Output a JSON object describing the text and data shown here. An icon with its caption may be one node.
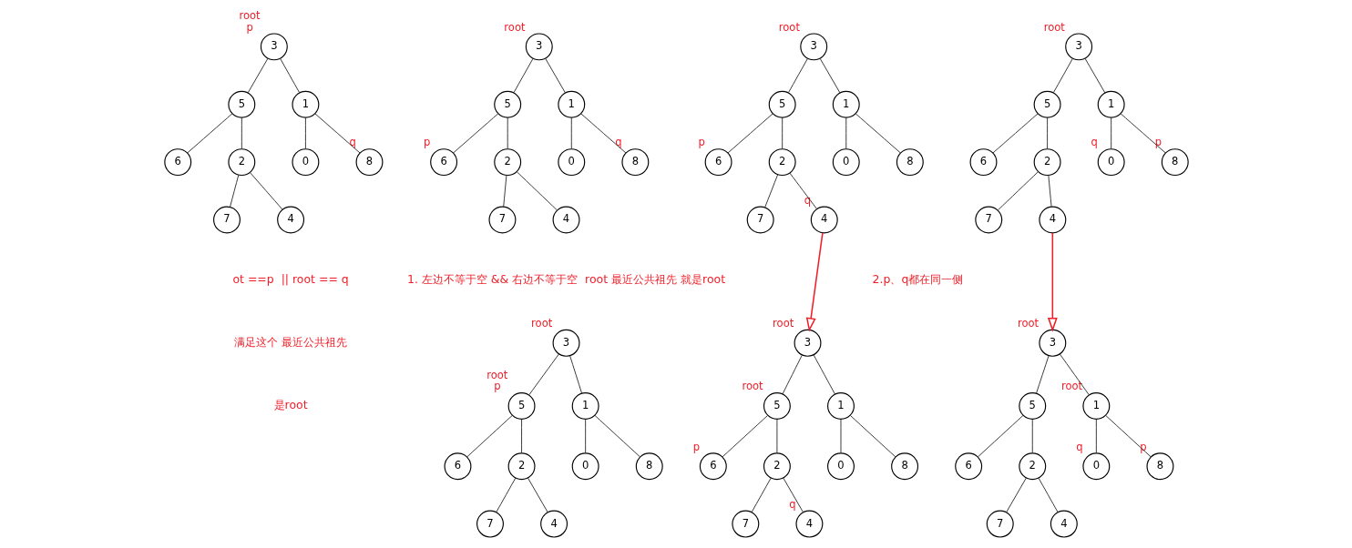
{
  "diagram": {
    "nodes": [
      {
        "text": [
          "3"
        ],
        "beside": [
          "root",
          "p"
        ]
      },
      {
        "text": [
          "5"
        ]
      },
      {
        "text": [
          "1"
        ]
      },
      {
        "text": [
          "6"
        ]
      },
      {
        "text": [
          "2"
        ]
      },
      {
        "text": [
          "0"
        ]
      },
      {
        "text": [
          "8"
        ],
        "beside": [
          "q"
        ]
      },
      {
        "text": [
          "7"
        ]
      },
      {
        "text": [
          "4"
        ]
      },
      {
        "text": [
          "3"
        ],
        "beside": [
          "root"
        ]
      },
      {
        "text": [
          "5"
        ]
      },
      {
        "text": [
          "1"
        ]
      },
      {
        "text": [
          "6"
        ],
        "beside": [
          "p"
        ]
      },
      {
        "text": [
          "2"
        ]
      },
      {
        "text": [
          "0"
        ]
      },
      {
        "text": [
          "8"
        ],
        "beside": [
          "q"
        ]
      },
      {
        "text": [
          "7"
        ]
      },
      {
        "text": [
          "4"
        ]
      },
      {
        "text": [
          "3"
        ],
        "beside": [
          "root"
        ]
      },
      {
        "text": [
          "5"
        ]
      },
      {
        "text": [
          "1"
        ]
      },
      {
        "text": [
          "6"
        ],
        "beside": [
          "p"
        ]
      },
      {
        "text": [
          "2"
        ]
      },
      {
        "text": [
          "0"
        ]
      },
      {
        "text": [
          "8"
        ]
      },
      {
        "text": [
          "7"
        ]
      },
      {
        "text": [
          "4"
        ],
        "beside": [
          "q"
        ]
      },
      {
        "text": [
          "3"
        ],
        "beside": [
          "root"
        ]
      },
      {
        "text": [
          "5"
        ]
      },
      {
        "text": [
          "1"
        ]
      },
      {
        "text": [
          "6"
        ]
      },
      {
        "text": [
          "2"
        ]
      },
      {
        "text": [
          "0"
        ],
        "beside": [
          "q"
        ]
      },
      {
        "text": [
          "8"
        ],
        "beside": [
          "p"
        ]
      },
      {
        "text": [
          "7"
        ]
      },
      {
        "text": [
          "4"
        ]
      },
      {
        "text": [
          "3"
        ],
        "beside": [
          "root"
        ]
      },
      {
        "text": [
          "5"
        ],
        "beside": [
          "root",
          "p"
        ]
      },
      {
        "text": [
          "1"
        ]
      },
      {
        "text": [
          "6"
        ]
      },
      {
        "text": [
          "2"
        ]
      },
      {
        "text": [
          "0"
        ]
      },
      {
        "text": [
          "8"
        ]
      },
      {
        "text": [
          "7"
        ]
      },
      {
        "text": [
          "4"
        ]
      },
      {
        "text": [
          "3"
        ],
        "beside": [
          "root"
        ]
      },
      {
        "text": [
          "5"
        ],
        "beside": [
          "root"
        ]
      },
      {
        "text": [
          "1"
        ]
      },
      {
        "text": [
          "6"
        ],
        "beside": [
          "p"
        ]
      },
      {
        "text": [
          "2"
        ]
      },
      {
        "text": [
          "0"
        ]
      },
      {
        "text": [
          "8"
        ]
      },
      {
        "text": [
          "7"
        ]
      },
      {
        "text": [
          "4"
        ],
        "beside": [
          "q"
        ]
      },
      {
        "text": [
          "3"
        ],
        "beside": [
          "root"
        ]
      },
      {
        "text": [
          "5"
        ]
      },
      {
        "text": [
          "1"
        ],
        "beside": [
          "root"
        ]
      },
      {
        "text": [
          "6"
        ]
      },
      {
        "text": [
          "2"
        ]
      },
      {
        "text": [
          "0"
        ],
        "beside": [
          "q"
        ]
      },
      {
        "text": [
          "8"
        ],
        "beside": [
          "p"
        ]
      },
      {
        "text": [
          "7"
        ]
      },
      {
        "text": [
          "4"
        ]
      }
    ],
    "edges": [
      {
        "from": 0,
        "to": 1,
        "arrow": "none"
      },
      {
        "from": 0,
        "to": 2,
        "arrow": "none"
      },
      {
        "from": 1,
        "to": 3,
        "arrow": "none"
      },
      {
        "from": 1,
        "to": 4,
        "arrow": "none"
      },
      {
        "from": 2,
        "to": 5,
        "arrow": "none"
      },
      {
        "from": 2,
        "to": 6,
        "arrow": "none"
      },
      {
        "from": 4,
        "to": 7,
        "arrow": "none"
      },
      {
        "from": 4,
        "to": 8,
        "arrow": "none"
      },
      {
        "from": 9,
        "to": 10,
        "arrow": "none"
      },
      {
        "from": 9,
        "to": 11,
        "arrow": "none"
      },
      {
        "from": 10,
        "to": 12,
        "arrow": "none"
      },
      {
        "from": 10,
        "to": 13,
        "arrow": "none"
      },
      {
        "from": 11,
        "to": 14,
        "arrow": "none"
      },
      {
        "from": 11,
        "to": 15,
        "arrow": "none"
      },
      {
        "from": 13,
        "to": 16,
        "arrow": "none"
      },
      {
        "from": 13,
        "to": 17,
        "arrow": "none"
      },
      {
        "from": 18,
        "to": 19,
        "arrow": "none"
      },
      {
        "from": 18,
        "to": 20,
        "arrow": "none"
      },
      {
        "from": 19,
        "to": 21,
        "arrow": "none"
      },
      {
        "from": 19,
        "to": 22,
        "arrow": "none"
      },
      {
        "from": 20,
        "to": 23,
        "arrow": "none"
      },
      {
        "from": 20,
        "to": 24,
        "arrow": "none"
      },
      {
        "from": 22,
        "to": 25,
        "arrow": "none"
      },
      {
        "from": 22,
        "to": 26,
        "arrow": "none"
      },
      {
        "from": 27,
        "to": 28,
        "arrow": "none"
      },
      {
        "from": 27,
        "to": 29,
        "arrow": "none"
      },
      {
        "from": 28,
        "to": 30,
        "arrow": "none"
      },
      {
        "from": 28,
        "to": 31,
        "arrow": "none"
      },
      {
        "from": 29,
        "to": 32,
        "arrow": "none"
      },
      {
        "from": 29,
        "to": 33,
        "arrow": "none"
      },
      {
        "from": 31,
        "to": 34,
        "arrow": "none"
      },
      {
        "from": 31,
        "to": 35,
        "arrow": "none"
      },
      {
        "from": 36,
        "to": 37,
        "arrow": "none"
      },
      {
        "from": 36,
        "to": 38,
        "arrow": "none"
      },
      {
        "from": 37,
        "to": 39,
        "arrow": "none"
      },
      {
        "from": 37,
        "to": 40,
        "arrow": "none"
      },
      {
        "from": 38,
        "to": 41,
        "arrow": "none"
      },
      {
        "from": 38,
        "to": 42,
        "arrow": "none"
      },
      {
        "from": 40,
        "to": 43,
        "arrow": "none"
      },
      {
        "from": 40,
        "to": 44,
        "arrow": "none"
      },
      {
        "from": 45,
        "to": 46,
        "arrow": "none"
      },
      {
        "from": 45,
        "to": 47,
        "arrow": "none"
      },
      {
        "from": 46,
        "to": 48,
        "arrow": "none"
      },
      {
        "from": 46,
        "to": 49,
        "arrow": "none"
      },
      {
        "from": 47,
        "to": 50,
        "arrow": "none"
      },
      {
        "from": 47,
        "to": 51,
        "arrow": "none"
      },
      {
        "from": 49,
        "to": 52,
        "arrow": "none"
      },
      {
        "from": 49,
        "to": 53,
        "arrow": "none"
      },
      {
        "from": 54,
        "to": 55,
        "arrow": "none"
      },
      {
        "from": 54,
        "to": 56,
        "arrow": "none"
      },
      {
        "from": 55,
        "to": 57,
        "arrow": "none"
      },
      {
        "from": 55,
        "to": 58,
        "arrow": "none"
      },
      {
        "from": 56,
        "to": 59,
        "arrow": "none"
      },
      {
        "from": 56,
        "to": 60,
        "arrow": "none"
      },
      {
        "from": 58,
        "to": 61,
        "arrow": "none"
      },
      {
        "from": 58,
        "to": 62,
        "arrow": "none"
      },
      {
        "from": 26,
        "to": 45,
        "arrow": "to",
        "color": "#f01e28"
      },
      {
        "from": 35,
        "to": 54,
        "arrow": "to",
        "color": "#f01e28"
      }
    ],
    "labels": [
      "ot ==p  || root == q",
      "满足这个 最近公共祖先",
      "是root",
      "1. 左边不等于空 && 右边不等于空  root 最近公共祖先 就是root",
      "2.p、q都在同一侧"
    ]
  }
}
